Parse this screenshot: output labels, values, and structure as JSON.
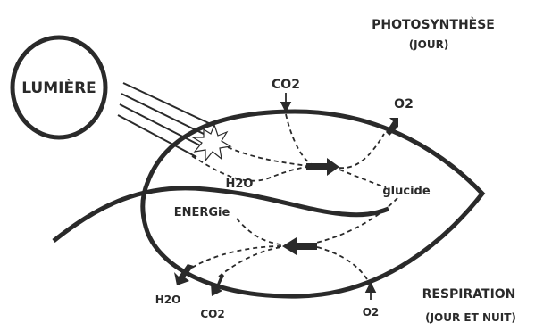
{
  "sun_label": "LUMIÈRE",
  "photosynthesis": {
    "title": "PHOTOSYNTHÈSE",
    "subtitle": "(JOUR)"
  },
  "respiration": {
    "title": "RESPIRATION",
    "subtitle": "(JOUR ET NUIT)"
  },
  "labels": {
    "co2_top": "CO2",
    "o2_top": "O2",
    "h2o_mid": "H2O",
    "glucide": "glucide",
    "energie": "ENERGie",
    "h2o_bottom": "H2O",
    "co2_bottom": "CO2",
    "o2_bottom": "O2"
  },
  "colors": {
    "ink": "#2a2a2a",
    "background": "#ffffff"
  }
}
